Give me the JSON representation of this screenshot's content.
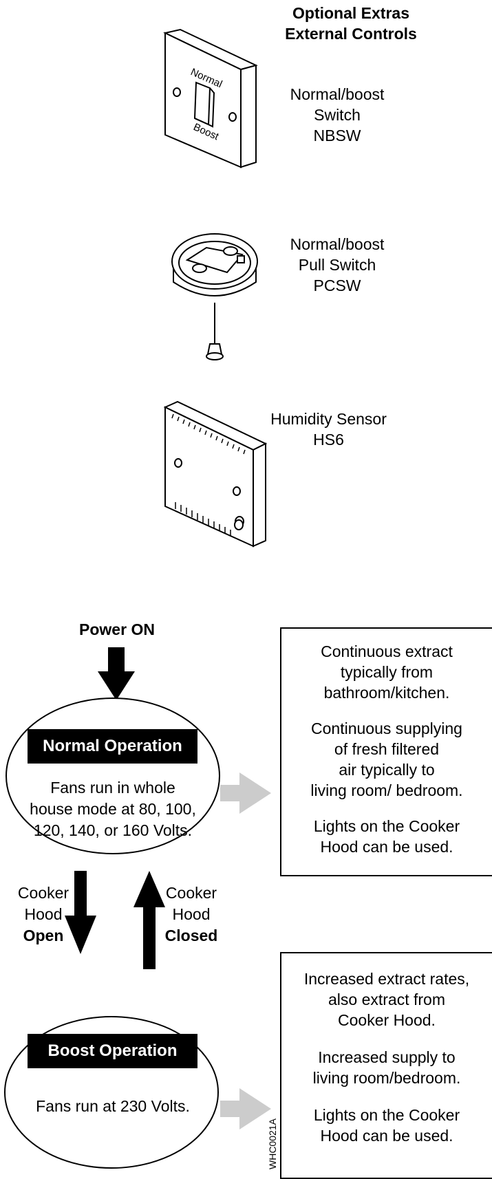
{
  "extras": {
    "heading_line1": "Optional Extras",
    "heading_line2": "External Controls",
    "nbsw": {
      "line1": "Normal/boost",
      "line2": "Switch",
      "line3": "NBSW",
      "switch_top_text": "Normal",
      "switch_bottom_text": "Boost"
    },
    "pcsw": {
      "line1": "Normal/boost",
      "line2": "Pull Switch",
      "line3": "PCSW"
    },
    "hs6": {
      "line1": "Humidity Sensor",
      "line2": "HS6"
    }
  },
  "flow": {
    "power_on": "Power ON",
    "normal": {
      "title": "Normal Operation",
      "line1": "Fans run in whole",
      "line2": "house mode at 80, 100,",
      "line3": "120, 140, or 160 Volts."
    },
    "boost": {
      "title": "Boost Operation",
      "line1": "Fans run at 230 Volts."
    },
    "open_transition": {
      "line1": "Cooker",
      "line2": "Hood",
      "line3": "Open"
    },
    "closed_transition": {
      "line1": "Cooker",
      "line2": "Hood",
      "line3": "Closed"
    },
    "normal_box": {
      "p1": [
        "Continuous extract",
        "typically from",
        "bathroom/kitchen."
      ],
      "p2": [
        "Continuous supplying",
        "of fresh filtered",
        "air typically to",
        "living room/ bedroom."
      ],
      "p3": [
        "Lights on the Cooker",
        "Hood can be used."
      ]
    },
    "boost_box": {
      "p1": [
        "Increased extract rates,",
        "also extract from",
        "Cooker Hood."
      ],
      "p2": [
        "Increased supply to",
        "living room/bedroom."
      ],
      "p3": [
        "Lights on the Cooker",
        "Hood can be used."
      ]
    }
  },
  "figure_code": "WHC0021A",
  "colors": {
    "arrow_grey": "#cccccc",
    "black": "#000000"
  }
}
